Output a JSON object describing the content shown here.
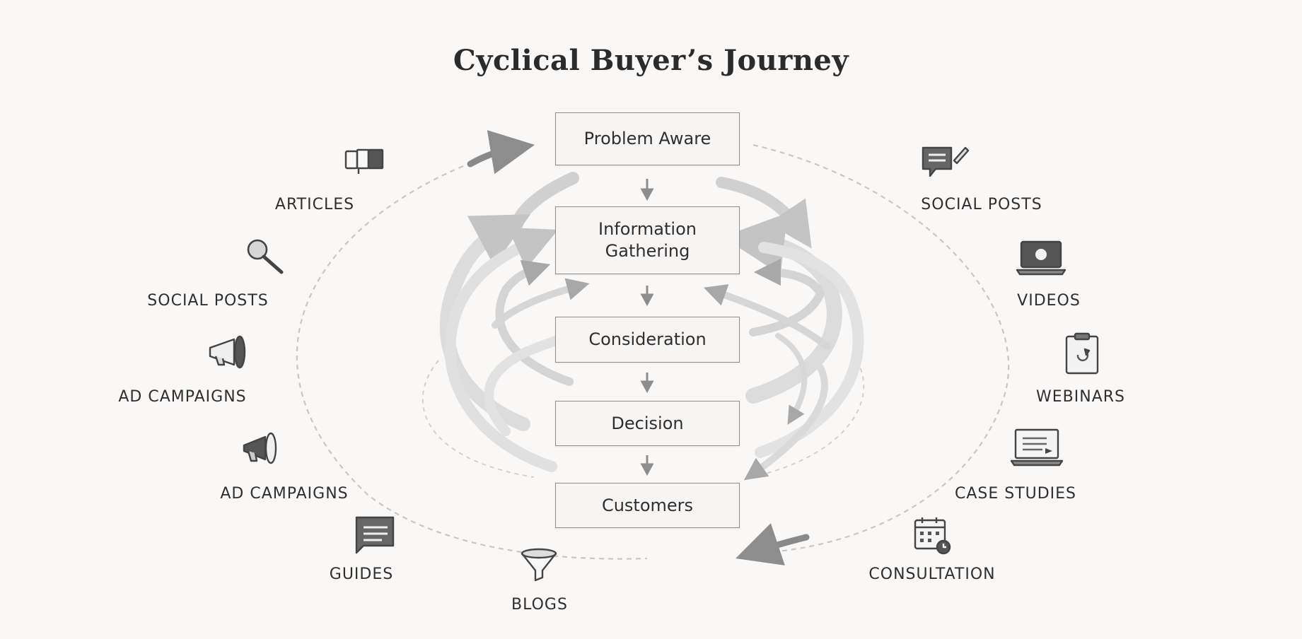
{
  "title": "Cyclical Buyer’s Journey",
  "stages": [
    {
      "label": "Problem Aware"
    },
    {
      "label": "Information\nGathering"
    },
    {
      "label": "Consideration"
    },
    {
      "label": "Decision"
    },
    {
      "label": "Customers"
    }
  ],
  "channels_left": [
    {
      "label": "ARTICLES",
      "icon": "book-icon"
    },
    {
      "label": "SOCIAL POSTS",
      "icon": "magnifier-icon"
    },
    {
      "label": "AD CAMPAIGNS",
      "icon": "megaphone-icon"
    },
    {
      "label": "AD CAMPAIGNS",
      "icon": "megaphone-icon"
    },
    {
      "label": "GUIDES",
      "icon": "guide-card-icon"
    },
    {
      "label": "BLOGS",
      "icon": "funnel-icon"
    }
  ],
  "channels_right": [
    {
      "label": "SOCIAL POSTS",
      "icon": "chat-pencil-icon"
    },
    {
      "label": "VIDEOS",
      "icon": "laptop-video-icon"
    },
    {
      "label": "WEBINARS",
      "icon": "clipboard-icon"
    },
    {
      "label": "CASE STUDIES",
      "icon": "laptop-document-icon"
    },
    {
      "label": "CONSULTATION",
      "icon": "calendar-clock-icon"
    }
  ],
  "colors": {
    "background": "#faf8f7",
    "text": "#2c2c2c",
    "box_border": "#8f8f8f",
    "arrow": "#8a8a8a",
    "arrow_light": "#cfcfcf",
    "dashed": "#c4c4c4",
    "icon": "#444444"
  }
}
